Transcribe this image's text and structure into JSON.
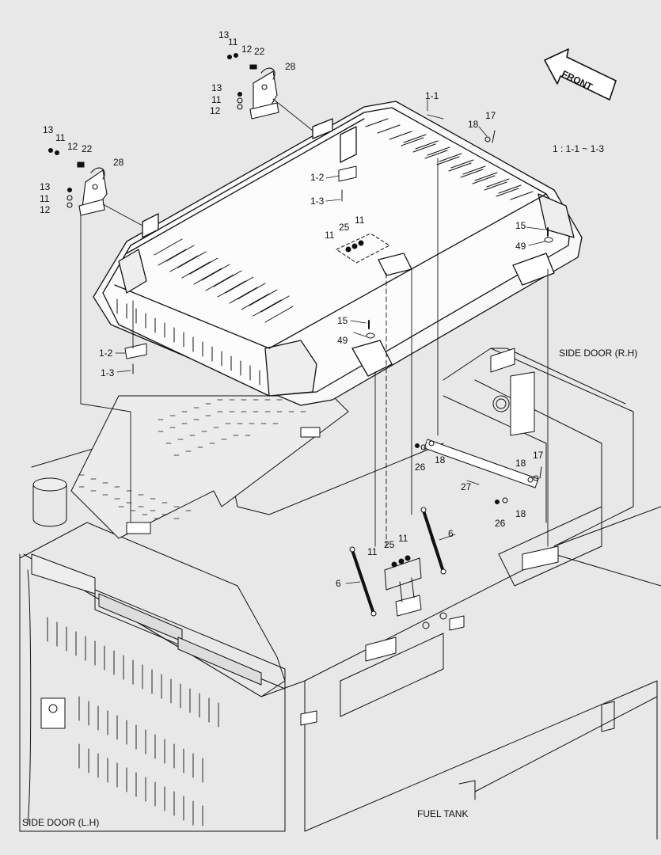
{
  "diagram": {
    "front_arrow_text": "FRONT",
    "range_note": "1 : 1-1 ~ 1-3",
    "labels": {
      "side_door_rh": "SIDE DOOR (R.H)",
      "side_door_lh": "SIDE DOOR (L.H)",
      "fuel_tank": "FUEL TANK"
    },
    "part_numbers": [
      "13",
      "11",
      "12",
      "22",
      "28",
      "13",
      "11",
      "12",
      "13",
      "11",
      "12",
      "22",
      "28",
      "13",
      "11",
      "12",
      "1-1",
      "18",
      "17",
      "1-2",
      "1-3",
      "11",
      "25",
      "11",
      "15",
      "49",
      "15",
      "49",
      "1-2",
      "1-3",
      "26",
      "18",
      "27",
      "18",
      "17",
      "26",
      "18",
      "6",
      "11",
      "25",
      "11",
      "6"
    ]
  }
}
